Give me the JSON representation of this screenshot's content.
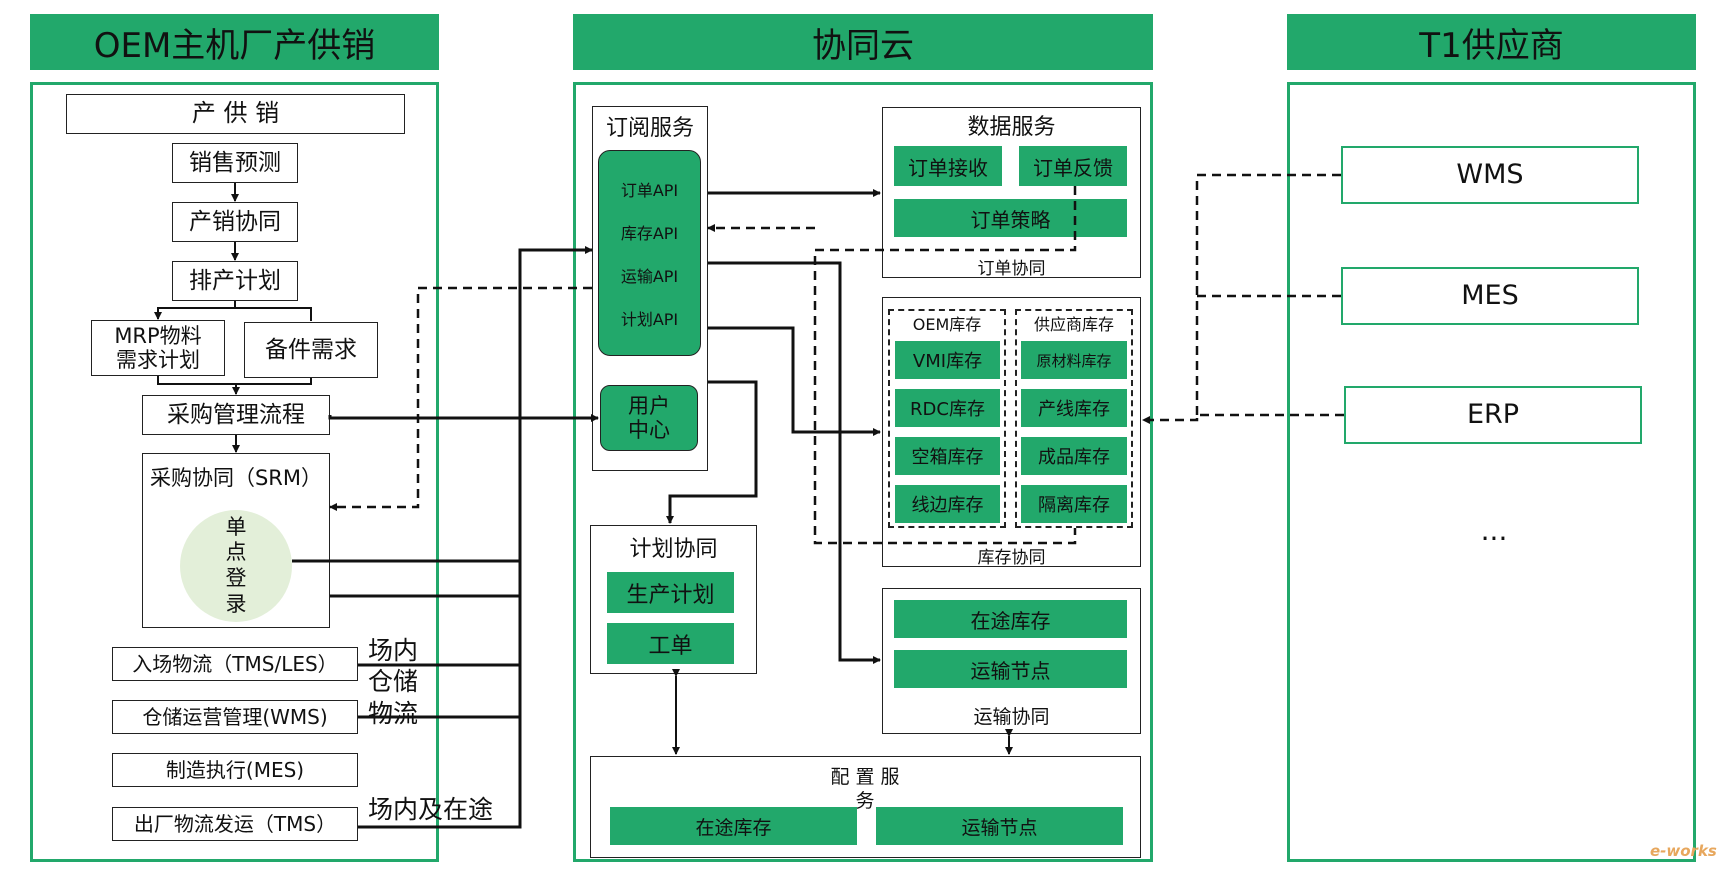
{
  "headers": {
    "oem": "OEM主机厂产供销",
    "cloud": "协同云",
    "t1": "T1供应商"
  },
  "oem": {
    "top": "产 供 销",
    "sales_forecast": "销售预测",
    "sales_coord": "产销协同",
    "scheduling": "排产计划",
    "mrp": "MRP物料\n需求计划",
    "spare": "备件需求",
    "procurement": "采购管理流程",
    "srm": "采购协同（SRM）",
    "sso": "单\n点\n登\n录",
    "inbound": "入场物流（TMS/LES）",
    "wms": "仓储运营管理(WMS)",
    "mes": "制造执行(MES)",
    "outbound": "出厂物流发运（TMS）",
    "label_inplant": "场内\n仓储\n物流",
    "label_transit": "场内及在途"
  },
  "cloud": {
    "subscribe": "订阅服务",
    "apis": [
      "订单API",
      "库存API",
      "运输API",
      "计划API"
    ],
    "user_center": "用户\n中心",
    "data_service": "数据服务",
    "order_receive": "订单接收",
    "order_feedback": "订单反馈",
    "order_strategy": "订单策略",
    "order_coord": "订单协同",
    "oem_stock": "OEM库存",
    "supplier_stock": "供应商库存",
    "oem_items": [
      "VMI库存",
      "RDC库存",
      "空箱库存",
      "线边库存"
    ],
    "supplier_items": [
      "原材料库存",
      "产线库存",
      "成品库存",
      "隔离库存"
    ],
    "stock_coord": "库存协同",
    "plan_coord": "计划协同",
    "prod_plan": "生产计划",
    "work_order": "工单",
    "transit_stock": "在途库存",
    "transport_node": "运输节点",
    "transport_coord": "运输协同",
    "config": "配 置 服\n务",
    "config_transit": "在途库存",
    "config_node": "运输节点"
  },
  "t1": {
    "items": [
      "WMS",
      "MES",
      "ERP"
    ],
    "more": "..."
  },
  "watermark": "e-works",
  "colors": {
    "accent": "#22a86b",
    "sso_circle": "#e3efd9"
  }
}
